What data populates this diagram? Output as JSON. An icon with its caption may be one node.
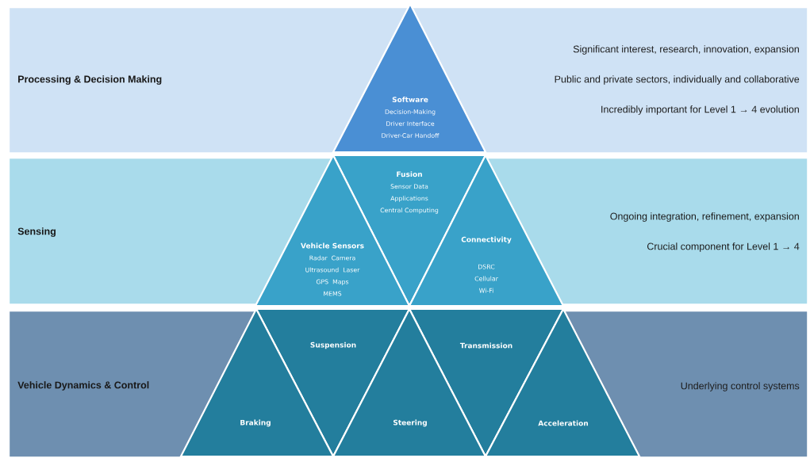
{
  "diagram": {
    "nodes": [
      {
        "text": [
          "Processing & Decision Making",
          "Significant interest, research, innovation, expansion",
          "Public and private sectors, individually and collaborative",
          "Incredibly important for Level 1 → 4 evolution"
        ]
      },
      {
        "text": [
          "Software",
          "Decision-Making",
          "Driver Interface",
          "Driver-Car Handoff"
        ],
        "in": 0
      },
      {
        "text": [
          "Sensing",
          "Ongoing integration, refinement, expansion",
          "Crucial component for Level 1 → 4"
        ]
      },
      {
        "text": [
          "Fusion",
          "Sensor Data",
          "Applications",
          "Central Computing"
        ],
        "in": 2
      },
      {
        "text": [
          "Vehicle Sensors",
          "Radar",
          "Camera",
          "Ultrasound",
          "Laser",
          "GPS",
          "Maps",
          "MEMS"
        ],
        "in": 2
      },
      {
        "text": [
          "Connectivity",
          "DSRC",
          "Cellular",
          "Wi-Fi"
        ],
        "in": 2
      },
      {
        "text": [
          "Vehicle Dynamics & Control",
          "Underlying control systems"
        ]
      },
      {
        "text": [
          "Suspension"
        ],
        "in": 6
      },
      {
        "text": [
          "Transmission"
        ],
        "in": 6
      },
      {
        "text": [
          "Braking"
        ],
        "in": 6
      },
      {
        "text": [
          "Steering"
        ],
        "in": 6
      },
      {
        "text": [
          "Acceleration"
        ],
        "in": 6
      }
    ]
  }
}
